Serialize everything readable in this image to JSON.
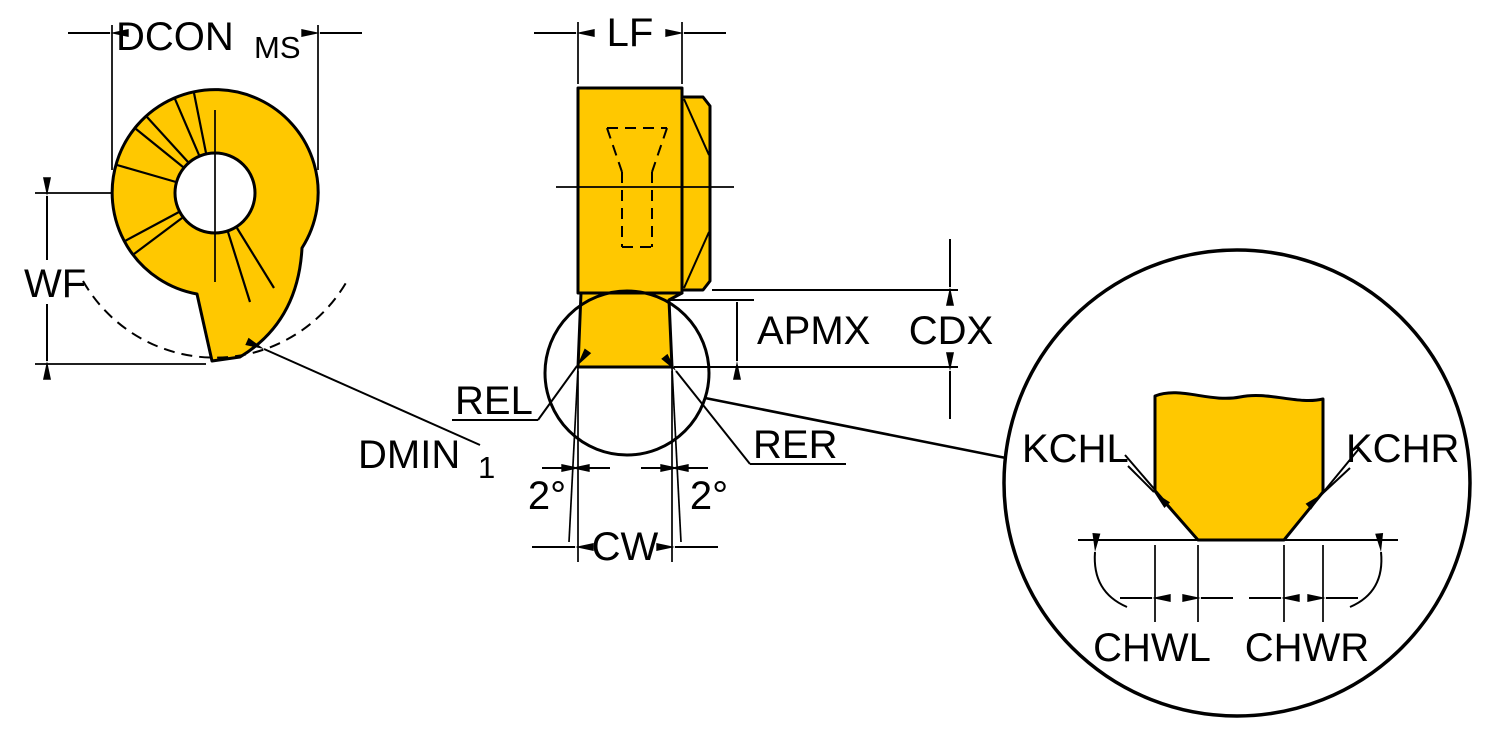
{
  "diagram": {
    "name": "Cutting insert dimension drawing",
    "colors": {
      "insert": "#FFC800",
      "line": "#000000",
      "background": "#FFFFFF"
    },
    "front_view": {
      "dcon_label": "DCON",
      "dcon_subscript": "MS",
      "wf_label": "WF",
      "dmin_label": "DMIN",
      "dmin_subscript": "1"
    },
    "side_view": {
      "lf_label": "LF",
      "apmx_label": "APMX",
      "cdx_label": "CDX",
      "rel_label": "REL",
      "rer_label": "RER",
      "taper_angle_left": "2°",
      "taper_angle_right": "2°",
      "cw_label": "CW"
    },
    "detail_view": {
      "kchl_label": "KCHL",
      "kchr_label": "KCHR",
      "chwl_label": "CHWL",
      "chwr_label": "CHWR"
    }
  }
}
